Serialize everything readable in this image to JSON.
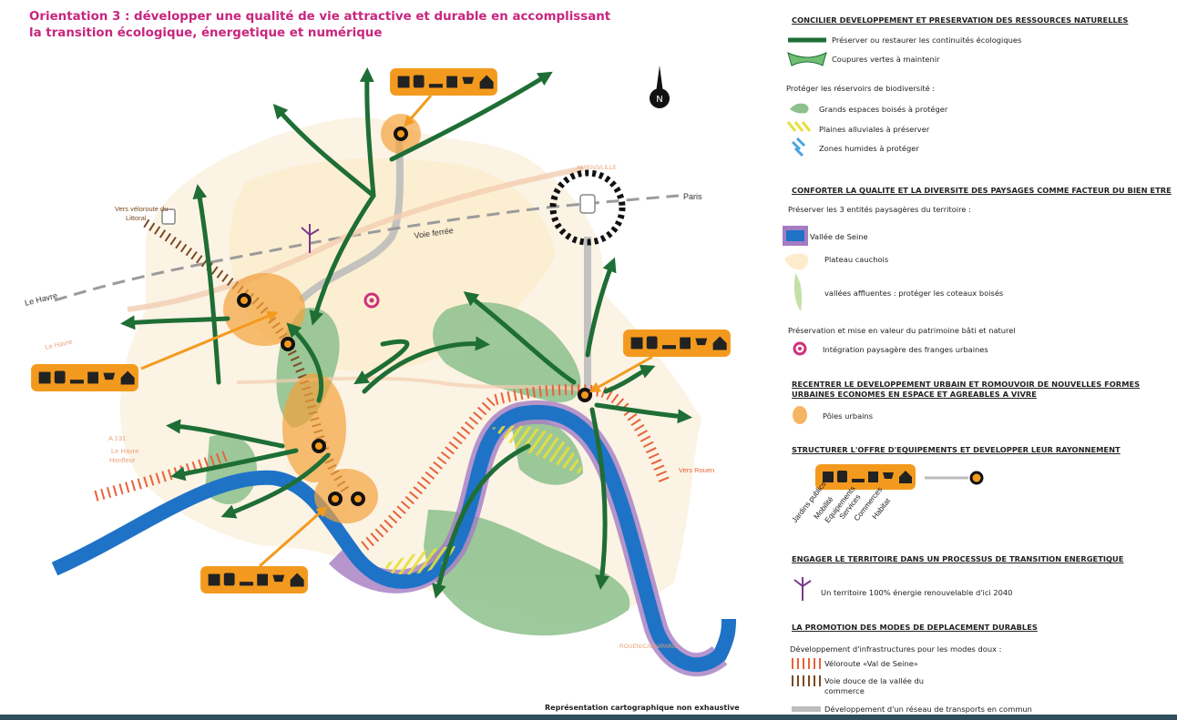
{
  "title": {
    "line1": "Orientation 3 : développer une qualité de vie attractive et durable en accomplissant",
    "line2": "la transition écologique, énergetique et numérique"
  },
  "map": {
    "labels": {
      "paris": "Paris",
      "voie_ferree": "Voie ferrée",
      "le_havre": "Le Havre",
      "veloroute_littoral_1": "Vers véloroute du",
      "veloroute_littoral_2": "Littoral",
      "vers_rouen": "Vers Rouen",
      "a131": "A 131",
      "le_havre_honfleur_1": "Le Havre",
      "le_havre_honfleur_2": "Honfleur",
      "le_havre_road": "Le Havre",
      "amiens_lille": "AMIENS/LILLE",
      "rouen_caen": "ROUEN/CAEN/PARIS"
    },
    "note": "Représentation cartographique non exhaustive"
  },
  "legend": {
    "s1": {
      "heading": "CONCILIER DEVELOPPEMENT ET PRESERVATION DES RESSOURCES NATURELLES",
      "continuites": "Préserver ou restaurer les continuités écologiques",
      "coupures": "Coupures vertes à maintenir",
      "proteger": "Protéger les réservoirs de biodiversité :",
      "boises": "Grands espaces boisés à protéger",
      "plaines": "Plaines alluviales à préserver",
      "humides": "Zones humides à protéger"
    },
    "s2": {
      "heading": "CONFORTER LA QUALITE ET LA DIVERSITE DES PAYSAGES COMME FACTEUR DU BIEN ETRE",
      "preserver": "Préserver les 3 entités paysagères du territoire :",
      "seine": "Vallée de Seine",
      "plateau": "Plateau cauchois",
      "affluentes": "vallées affluentes : protéger les coteaux boisés",
      "patrimoine": "Préservation et mise en valeur du patrimoine bâti et naturel",
      "franges": "Intégration paysagère des franges urbaines"
    },
    "s3": {
      "heading1": "RECENTRER LE DEVELOPPEMENT URBAIN ET ROMOUVOIR DE NOUVELLES FORMES",
      "heading2": "URBAINES ECONOMES EN ESPACE ET AGREABLES A VIVRE",
      "poles": "Pôles urbains"
    },
    "s4": {
      "heading": "STRUCTURER L'OFFRE D'EQUIPEMENTS ET DEVELOPPER LEUR RAYONNEMENT",
      "jardins": "Jardins publics",
      "mobilite": "Mobilité",
      "equipements": "Equipements",
      "services": "Services",
      "commerces": "Commerces",
      "habitat": "Habitat"
    },
    "s5": {
      "heading": "ENGAGER LE TERRITOIRE DANS UN PROCESSUS DE TRANSITION ENERGETIQUE",
      "energie": "Un territoire 100% énergie renouvelable d'ici 2040"
    },
    "s6": {
      "heading": "LA PROMOTION DES MODES DE DEPLACEMENT DURABLES",
      "developpement": "Développement d'infrastructures pour les modes doux :",
      "veloroute": "Véloroute «Val de Seine»",
      "voie_douce1": "Voie douce de la vallée du",
      "voie_douce2": "commerce",
      "transports": "Développement d'un réseau de transports en commun"
    }
  },
  "colors": {
    "title": "#c8267e",
    "ecological_green": "#1e6e35",
    "forest": "#8cc08c",
    "seine_blue": "#1f73c6",
    "seine_purple": "#a57cc2",
    "pole_orange": "#f4a33c",
    "veloroute": "#e8623a",
    "voie_douce": "#7b4a22",
    "transport_grey": "#bdbdbd"
  },
  "icons": [
    "park-icon",
    "bus-icon",
    "equipment-icon",
    "services-icon",
    "cart-icon",
    "house-icon",
    "wind-turbine-icon",
    "north-arrow-icon",
    "train-station-icon",
    "fringe-icon"
  ]
}
